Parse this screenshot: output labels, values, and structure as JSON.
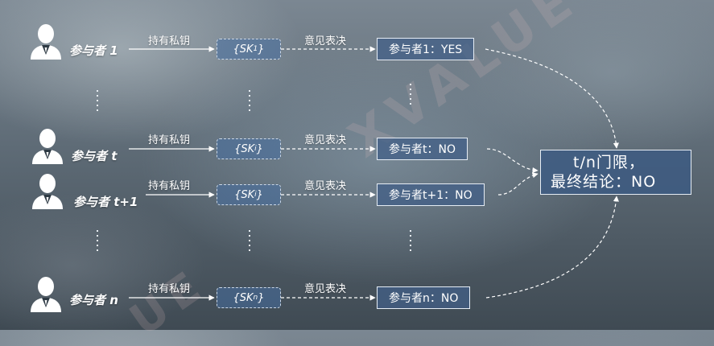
{
  "watermark": {
    "text": "XVALUE",
    "fragment": "UE"
  },
  "edge_labels": {
    "hold_key": "持有私钥",
    "vote": "意见表决"
  },
  "rows": [
    {
      "name": "参与者 1",
      "key_main": "{SK",
      "key_sub": "1",
      "key_end": " }",
      "vote": "参与者1：YES"
    },
    {
      "name": "参与者 t",
      "key_main": "{SK",
      "key_sub": "i",
      "key_end": " }",
      "vote": "参与者t：NO"
    },
    {
      "name": "参与者 t+1",
      "key_main": "{SK",
      "key_sub": "i",
      "key_end": " }",
      "vote": "参与者t+1：NO"
    },
    {
      "name": "参与者 n",
      "key_main": "{SK",
      "key_sub": "n",
      "key_end": " }",
      "vote": "参与者n：NO"
    }
  ],
  "result": {
    "line1": "t/n门限，",
    "line2": "最终结论：NO"
  }
}
